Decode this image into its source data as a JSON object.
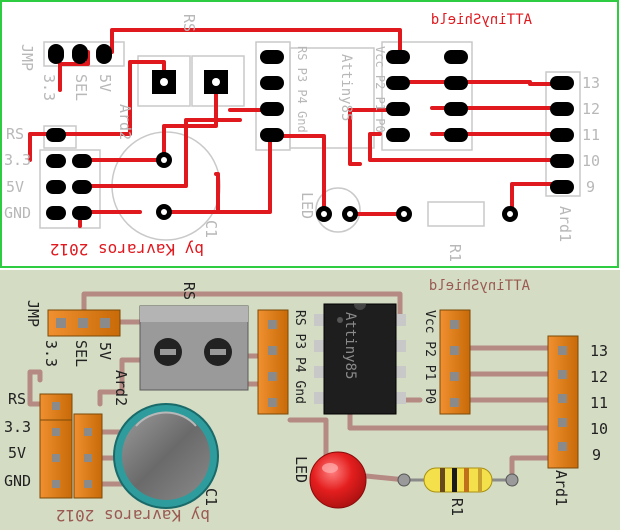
{
  "pcb_layout": {
    "title": "ATTinyShield",
    "credit": "by Kavraros 2012",
    "jumper_label": "JMP",
    "sel_label": "SEL",
    "v33_label": "3.3",
    "v5_label": "5V",
    "ard2_label": "Ard2",
    "rs_top_label": "RS",
    "rs_label": "RS",
    "v33_left": "3.3",
    "v5_left": "5V",
    "gnd_label": "GND",
    "chip_label": "Attiny85",
    "chip_left_pins": "RS P3 P4 Gnd",
    "chip_right_pins": "Vcc P2 P1 P0",
    "header_numbers": [
      "13",
      "12",
      "11",
      "10",
      "9"
    ],
    "led_label": "LED",
    "r1_label": "R1",
    "c1_label": "C1",
    "ard1_label": "Ard1",
    "colors": {
      "trace": "#e0191f",
      "pad": "#000000",
      "outline": "#c9c9c9",
      "border": "#2ecc40"
    }
  },
  "breadboard_view": {
    "title": "ATTinyShield",
    "credit": "by Kavraros 2012",
    "jumper_label": "JMP",
    "sel_label": "SEL",
    "v33_label": "3.3",
    "v5_label": "5V",
    "ard2_label": "Ard2",
    "rs_top_label": "RS",
    "rs_label": "RS",
    "v33_left": "3.3",
    "v5_left": "5V",
    "gnd_label": "GND",
    "chip_label": "Attiny85",
    "chip_left_pins": "RS P3 P4 Gnd",
    "chip_right_pins": "Vcc P2 P1 P0",
    "header_numbers": [
      "13",
      "12",
      "11",
      "10",
      "9"
    ],
    "led_label": "LED",
    "r1_label": "R1",
    "c1_label": "C1",
    "ard1_label": "Ard1",
    "colors": {
      "board": "#d4dcc4",
      "trace": "#b48a82",
      "header": "#e07a10",
      "led": "#e41e1e",
      "capacitor": "#2e9c9c",
      "resistor": "#f4e04a"
    }
  }
}
